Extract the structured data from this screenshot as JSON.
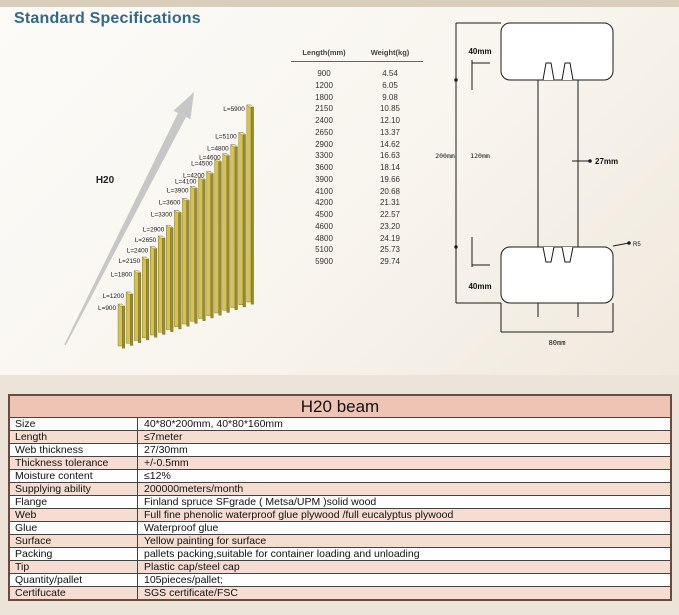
{
  "page": {
    "title": "Standard Specifications",
    "title_color": "#34688a",
    "bg_color": "#ece4d8",
    "panel_color": "#f8f5ee"
  },
  "beam_chart": {
    "label": "H20",
    "bar_color": "#d2c257",
    "arrow_color": "#c7c7c7",
    "bars": [
      {
        "label": "L=900",
        "length": 900
      },
      {
        "label": "L=1200",
        "length": 1200
      },
      {
        "label": "L=1800",
        "length": 1800
      },
      {
        "label": "L=2150",
        "length": 2150
      },
      {
        "label": "L=2400",
        "length": 2400
      },
      {
        "label": "L=2650",
        "length": 2650
      },
      {
        "label": "L=2900",
        "length": 2900
      },
      {
        "label": "L=3300",
        "length": 3300
      },
      {
        "label": "L=3600",
        "length": 3600
      },
      {
        "label": "L=3900",
        "length": 3900
      },
      {
        "label": "L=4100",
        "length": 4100
      },
      {
        "label": "L=4200",
        "length": 4200
      },
      {
        "label": "L=4500",
        "length": 4500
      },
      {
        "label": "L=4600",
        "length": 4600
      },
      {
        "label": "L=4800",
        "length": 4800
      },
      {
        "label": "L=5100",
        "length": 5100
      },
      {
        "label": "L=5900",
        "length": 5900
      }
    ]
  },
  "weight_table": {
    "headers": [
      "Length(mm)",
      "Weight(kg)"
    ],
    "rows": [
      [
        "900",
        "4.54"
      ],
      [
        "1200",
        "6.05"
      ],
      [
        "1800",
        "9.08"
      ],
      [
        "2150",
        "10.85"
      ],
      [
        "2400",
        "12.10"
      ],
      [
        "2650",
        "13.37"
      ],
      [
        "2900",
        "14.62"
      ],
      [
        "3300",
        "16.63"
      ],
      [
        "3600",
        "18.14"
      ],
      [
        "3900",
        "19.66"
      ],
      [
        "4100",
        "20.68"
      ],
      [
        "4200",
        "21.31"
      ],
      [
        "4500",
        "22.57"
      ],
      [
        "4600",
        "23.20"
      ],
      [
        "4800",
        "24.19"
      ],
      [
        "5100",
        "25.73"
      ],
      [
        "5900",
        "29.74"
      ]
    ]
  },
  "drawing": {
    "labels": {
      "top_flange_height": "40mm",
      "total_height": "200mm",
      "web_height": "120mm",
      "web_width": "27mm",
      "bottom_flange_height": "40mm",
      "bottom_width": "80mm",
      "radius": "R5"
    }
  },
  "spec_table": {
    "title": "H20 beam",
    "colors": {
      "header_bg": "#eec5b5",
      "alt_row_bg": "#f6ddd1",
      "row_bg": "#fefefe",
      "border": "#6d4a40"
    },
    "rows": [
      {
        "label": "Size",
        "value": "40*80*200mm, 40*80*160mm"
      },
      {
        "label": "Length",
        "value": "≤7meter"
      },
      {
        "label": "Web thickness",
        "value": "27/30mm"
      },
      {
        "label": "Thickness tolerance",
        "value": "+/-0.5mm"
      },
      {
        "label": "Moisture content",
        "value": "≤12%"
      },
      {
        "label": "Supplying ability",
        "value": "200000meters/month"
      },
      {
        "label": "Flange",
        "value": "Finland spruce SFgrade ( Metsa/UPM )solid wood"
      },
      {
        "label": "Web",
        "value": "Full fine phenolic waterproof glue plywood /full eucalyptus plywood"
      },
      {
        "label": "Glue",
        "value": "Waterproof glue"
      },
      {
        "label": "Surface",
        "value": "Yellow painting for surface"
      },
      {
        "label": "Packing",
        "value": "pallets packing,suitable for container loading and unloading"
      },
      {
        "label": "Tip",
        "value": "Plastic cap/steel cap"
      },
      {
        "label": "Quantity/pallet",
        "value": "105pieces/pallet;"
      },
      {
        "label": "Certifucate",
        "value": "SGS certificate/FSC"
      }
    ]
  }
}
